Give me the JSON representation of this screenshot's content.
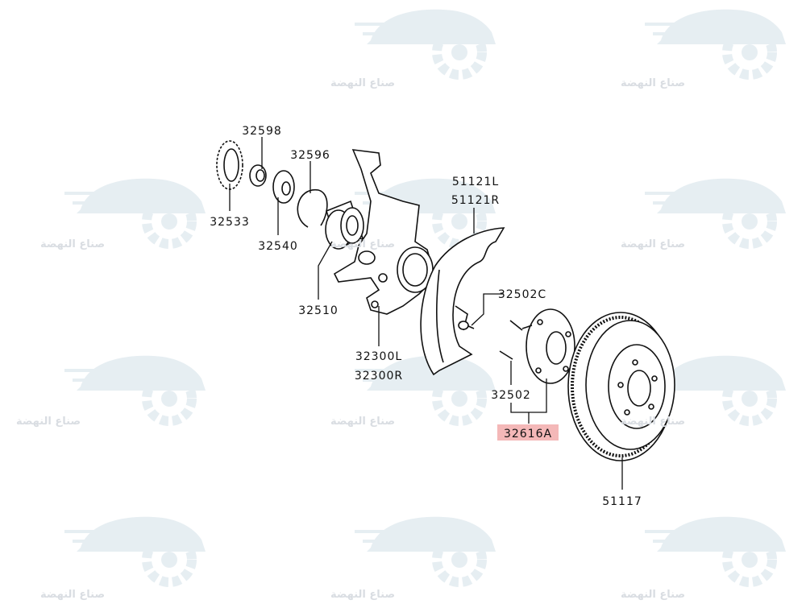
{
  "diagram": {
    "title": "Front axle hub / knuckle / brake disc exploded view",
    "labels": {
      "p32598": "32598",
      "p32596": "32596",
      "p32533": "32533",
      "p32540": "32540",
      "p32510": "32510",
      "p51121L": "51121L",
      "p51121R": "51121R",
      "p32502C": "32502C",
      "p32300L": "32300L",
      "p32300R": "32300R",
      "p32502": "32502",
      "p32616A": "32616A",
      "p51117": "51117"
    },
    "highlight_color": "#f4b8b8",
    "highlighted_part": "32616A"
  },
  "watermark": {
    "text": "صناع النهضة",
    "color": "#dfe8ee"
  }
}
